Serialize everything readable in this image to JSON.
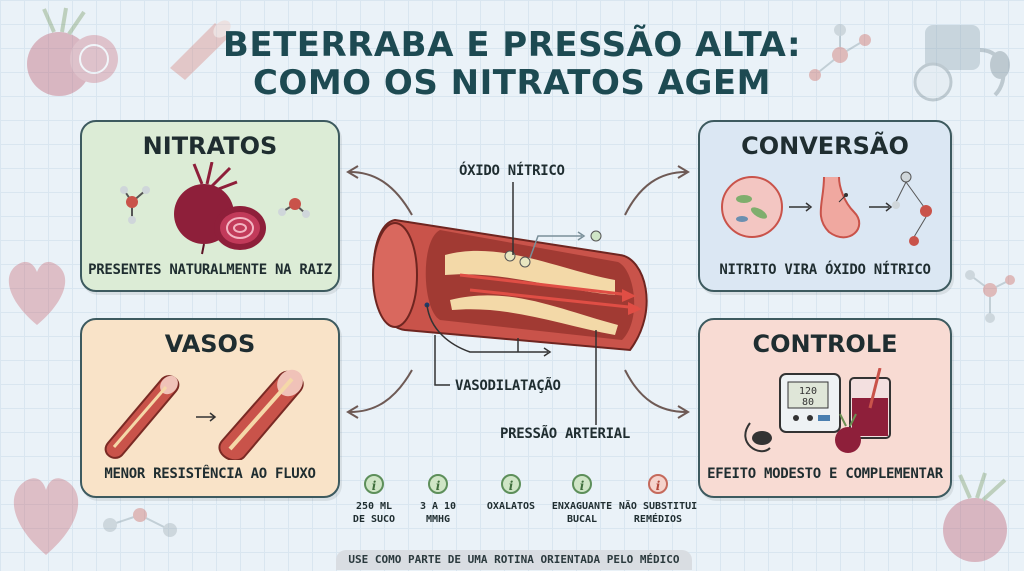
{
  "title": {
    "line1": "BETERRABA E PRESSÃO ALTA:",
    "line2": "COMO OS NITRATOS AGEM"
  },
  "cards": {
    "nitratos": {
      "title": "NITRATOS",
      "caption": "PRESENTES NATURALMENTE NA RAIZ"
    },
    "conversao": {
      "title": "CONVERSÃO",
      "caption": "NITRITO VIRA ÓXIDO NÍTRICO"
    },
    "vasos": {
      "title": "VASOS",
      "caption": "MENOR RESISTÊNCIA AO FLUXO"
    },
    "controle": {
      "title": "CONTROLE",
      "caption": "EFEITO MODESTO E COMPLEMENTAR"
    }
  },
  "vessel_labels": {
    "oxido": "ÓXIDO NÍTRICO",
    "vasodilatacao": "VASODILATAÇÃO",
    "pressao": "PRESSÃO ARTERIAL"
  },
  "monitor_display": {
    "line1": "120",
    "line2": "80"
  },
  "facts": [
    {
      "icon": "i",
      "line1": "250 ML",
      "line2": "DE SUCO"
    },
    {
      "icon": "i",
      "line1": "3 A 10",
      "line2": "MMHG"
    },
    {
      "icon": "i",
      "line1": "OXALATOS",
      "line2": ""
    },
    {
      "icon": "i",
      "line1": "ENXAGUANTE",
      "line2": "BUCAL"
    },
    {
      "icon": "i",
      "line1": "NÃO SUBSTITUI",
      "line2": "REMÉDIOS"
    }
  ],
  "footer": "USE COMO PARTE DE UMA ROTINA ORIENTADA PELO MÉDICO",
  "colors": {
    "beet": "#8e1f3a",
    "vessel": "#c9534a",
    "nitratos_bg": "#dcecd6",
    "conversao_bg": "#dbe7f3",
    "vasos_bg": "#f9e3c8",
    "controle_bg": "#f8dbd3",
    "title": "#1d4a52"
  }
}
